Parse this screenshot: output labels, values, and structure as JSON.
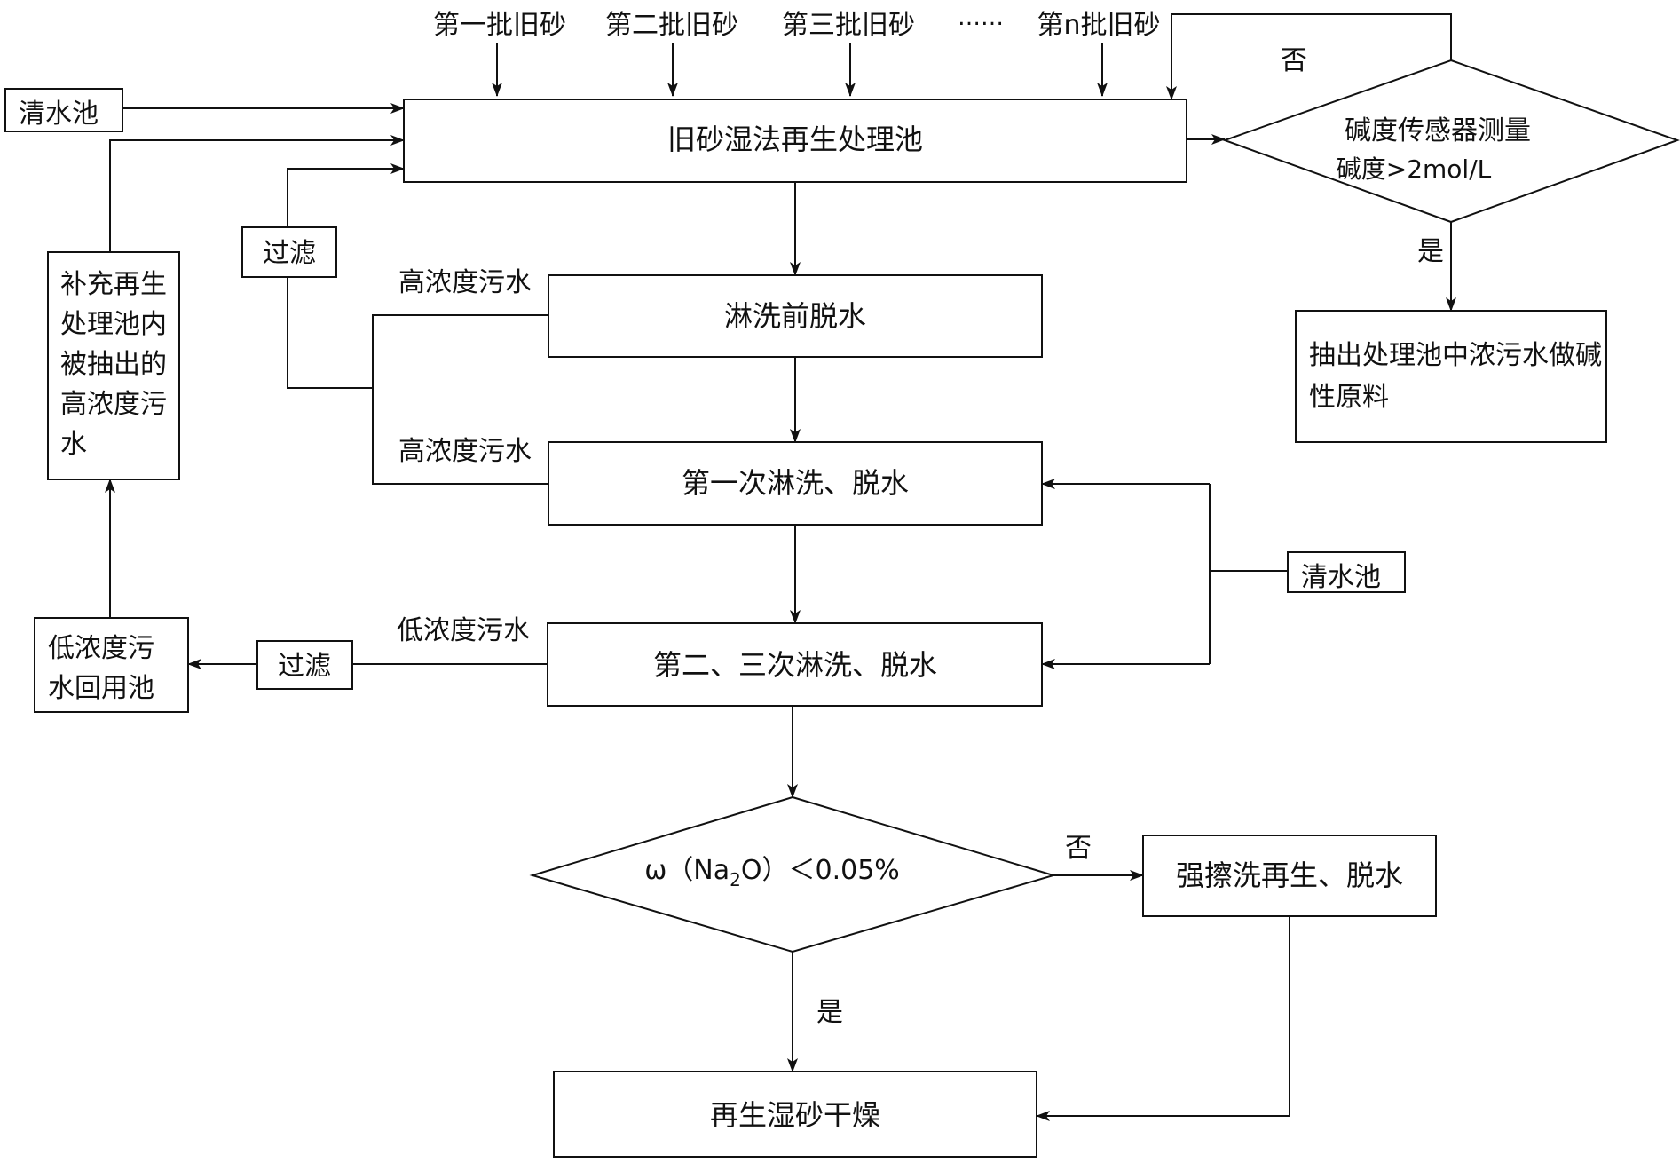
{
  "batches": {
    "b1": "第一批旧砂",
    "b2": "第二批旧砂",
    "b3": "第三批旧砂",
    "dots": "……",
    "bn": "第n批旧砂"
  },
  "nodes": {
    "clear_pool_top": "清水池",
    "regen_pool": "旧砂湿法再生处理池",
    "sensor_line1": "碱度传感器测量",
    "sensor_line2": "碱度>2mol/L",
    "extract_line1": "抽出处理池中浓污水做碱",
    "extract_line2": "性原料",
    "filter_top": "过滤",
    "refill_lines": [
      "补充再生",
      "处理池内",
      "被抽出的",
      "高浓度污",
      "水"
    ],
    "pre_dewater": "淋洗前脱水",
    "first_rinse": "第一次淋洗、脱水",
    "clear_pool_right": "清水池",
    "second_rinse": "第二、三次淋洗、脱水",
    "filter_bottom": "过滤",
    "low_pool_line1": "低浓度污",
    "low_pool_line2": "水回用池",
    "strong_scrub": "强擦洗再生、脱水",
    "dry": "再生湿砂干燥",
    "decision_prefix": "ω（Na",
    "decision_sub": "2",
    "decision_suffix": "O）＜0.05%"
  },
  "labels": {
    "no_top": "否",
    "yes_right": "是",
    "high_conc_1": "高浓度污水",
    "high_conc_2": "高浓度污水",
    "low_conc": "低浓度污水",
    "no_bottom": "否",
    "yes_bottom": "是"
  }
}
